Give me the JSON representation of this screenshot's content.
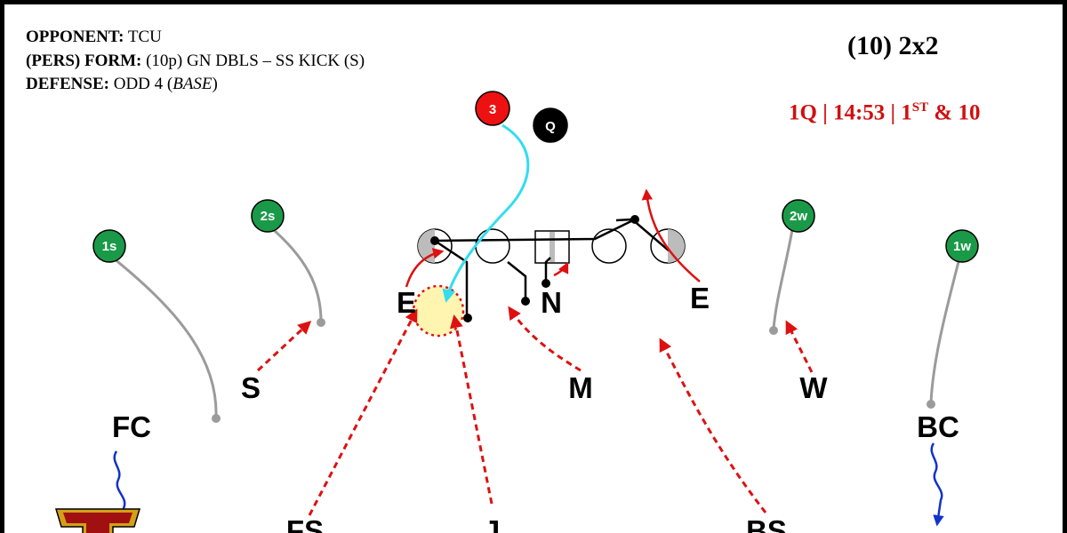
{
  "header": {
    "opponent_label": "OPPONENT:",
    "opponent_value": "TCU",
    "form_label": "(PERS) FORM:",
    "form_value": "(10p) GN DBLS – SS KICK (S)",
    "defense_label": "DEFENSE:",
    "defense_value": "ODD 4 (",
    "defense_italic": "BASE",
    "defense_close": ")"
  },
  "play_title": "(10) 2x2",
  "situation": {
    "part1": "1Q | 14:53 | 1",
    "sup": "ST",
    "part2": " & 10"
  },
  "offense": {
    "qb": "Q",
    "back": "3",
    "receivers": [
      "1s",
      "2s",
      "2w",
      "1w"
    ]
  },
  "defense": [
    "E",
    "N",
    "E",
    "S",
    "M",
    "W",
    "FC",
    "BC",
    "FS",
    "J",
    "BS"
  ],
  "colors": {
    "receiver_fill": "#1a9a48",
    "back_fill": "#ee1111",
    "qb_fill": "#000000",
    "blitz_arrow": "#dd1111",
    "carry_path": "#33ddee",
    "route": "#9b9b9b",
    "coverage_squiggle": "#1133cc",
    "hole_highlight": "#fff4b0"
  }
}
